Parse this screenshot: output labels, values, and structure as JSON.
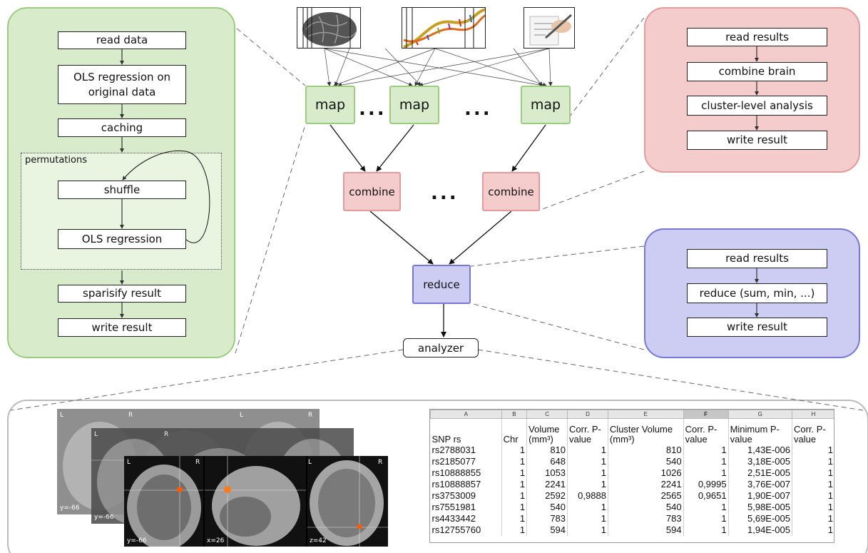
{
  "left_panel": {
    "steps": [
      "read data",
      "OLS regression on original data",
      "caching",
      "shuffle",
      "OLS regression",
      "sparisify result",
      "write result"
    ],
    "permutations_label": "permutations"
  },
  "top": {
    "map_labels": [
      "map",
      "map",
      "map"
    ],
    "combine_labels": [
      "combine",
      "combine"
    ],
    "reduce_label": "reduce",
    "analyzer_label": "analyzer",
    "ellipsis": "..."
  },
  "red_panel": {
    "steps": [
      "read results",
      "combine brain",
      "cluster-level analysis",
      "write result"
    ]
  },
  "blue_panel": {
    "steps": [
      "read results",
      "reduce (sum, min, ...)",
      "write result"
    ]
  },
  "brain_views": {
    "L": "L",
    "R": "R",
    "coords": [
      "y=-66",
      "y=-66",
      "y=-66",
      "x=26",
      "z=42"
    ]
  },
  "sheet": {
    "columns": [
      "A",
      "B",
      "C",
      "D",
      "E",
      "F",
      "G",
      "H"
    ],
    "headers": [
      "SNP rs",
      "Chr",
      "Volume (mm³)",
      "Corr. P-value",
      "Cluster Volume (mm³)",
      "Corr. P-value",
      "Minimum P-value",
      "Corr. P-value"
    ],
    "rows": [
      [
        "rs2788031",
        "1",
        "810",
        "1",
        "810",
        "1",
        "1,43E-006",
        "1"
      ],
      [
        "rs2185077",
        "1",
        "648",
        "1",
        "540",
        "1",
        "3,18E-005",
        "1"
      ],
      [
        "rs10888855",
        "1",
        "1053",
        "1",
        "1026",
        "1",
        "2,51E-005",
        "1"
      ],
      [
        "rs10888857",
        "1",
        "2241",
        "1",
        "2241",
        "0,9995",
        "3,76E-007",
        "1"
      ],
      [
        "rs3753009",
        "1",
        "2592",
        "0,9888",
        "2565",
        "0,9651",
        "1,90E-007",
        "1"
      ],
      [
        "rs7551981",
        "1",
        "540",
        "1",
        "540",
        "1",
        "5,98E-005",
        "1"
      ],
      [
        "rs4433442",
        "1",
        "783",
        "1",
        "783",
        "1",
        "5,69E-005",
        "1"
      ],
      [
        "rs12755760",
        "1",
        "594",
        "1",
        "594",
        "1",
        "1,94E-005",
        "1"
      ]
    ]
  },
  "colors": {
    "green_fill": "#d8eccb",
    "green_border": "#9ccc7e",
    "red_fill": "#f4cccc",
    "red_border": "#e39a9a",
    "blue_fill": "#cdcdf4",
    "blue_border": "#7777d6",
    "gray_border": "#bbbbbb"
  }
}
